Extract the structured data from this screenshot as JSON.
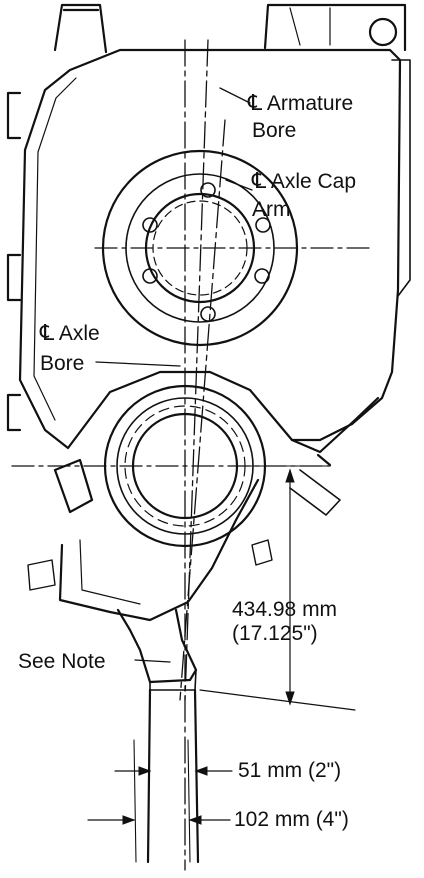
{
  "colors": {
    "ink": "#111111",
    "paper": "#ffffff"
  },
  "labels": {
    "armature_cl": {
      "symbol": "℄",
      "line1": "Armature",
      "line2": "Bore"
    },
    "axle_cap_cl": {
      "symbol": "℄",
      "line1": "Axle Cap",
      "line2": "Arm"
    },
    "axle_cl": {
      "symbol": "℄",
      "line1": "Axle",
      "line2": "Bore"
    },
    "dim_434": {
      "line1": "434.98 mm",
      "line2": "(17.125\")"
    },
    "see_note": "See Note",
    "dim_51": "51 mm (2\")",
    "dim_102": "102 mm (4\")"
  }
}
